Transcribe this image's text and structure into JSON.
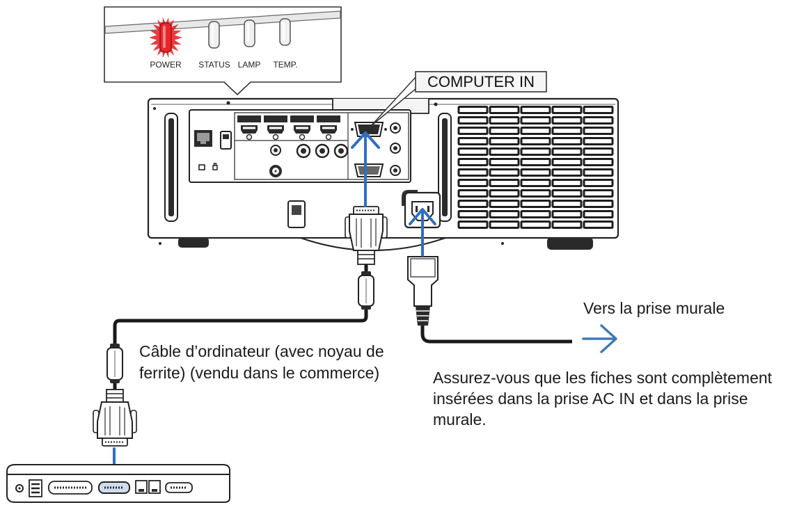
{
  "indicator_panel": {
    "indicators": [
      {
        "label": "POWER",
        "lit": true
      },
      {
        "label": "STATUS",
        "lit": false
      },
      {
        "label": "LAMP",
        "lit": false
      },
      {
        "label": "TEMP.",
        "lit": false
      }
    ]
  },
  "port_callout": {
    "label": "COMPUTER IN"
  },
  "wall_outlet": {
    "label": "Vers la prise murale",
    "icon": "arrow-right-icon"
  },
  "cable_caption": {
    "lines": [
      "Câble d’ordinateur (avec noyau de",
      "ferrite) (vendu dans le commerce)"
    ]
  },
  "note": {
    "lines": [
      "Assurez-vous que les fiches sont complètement",
      "insérées dans la prise AC IN et dans la prise",
      "murale."
    ]
  },
  "icons": {
    "insert_arrow_up": "arrow-up-icon",
    "insert_arrow_down": "arrow-down-icon",
    "wall_arrow": "arrow-right-icon"
  },
  "colors": {
    "arrow": "#2f6fbf",
    "wall_arrow": "#3d79b8",
    "power_led": "#e8262a",
    "led_off": "#f0f0f0",
    "outline": "#222222"
  }
}
